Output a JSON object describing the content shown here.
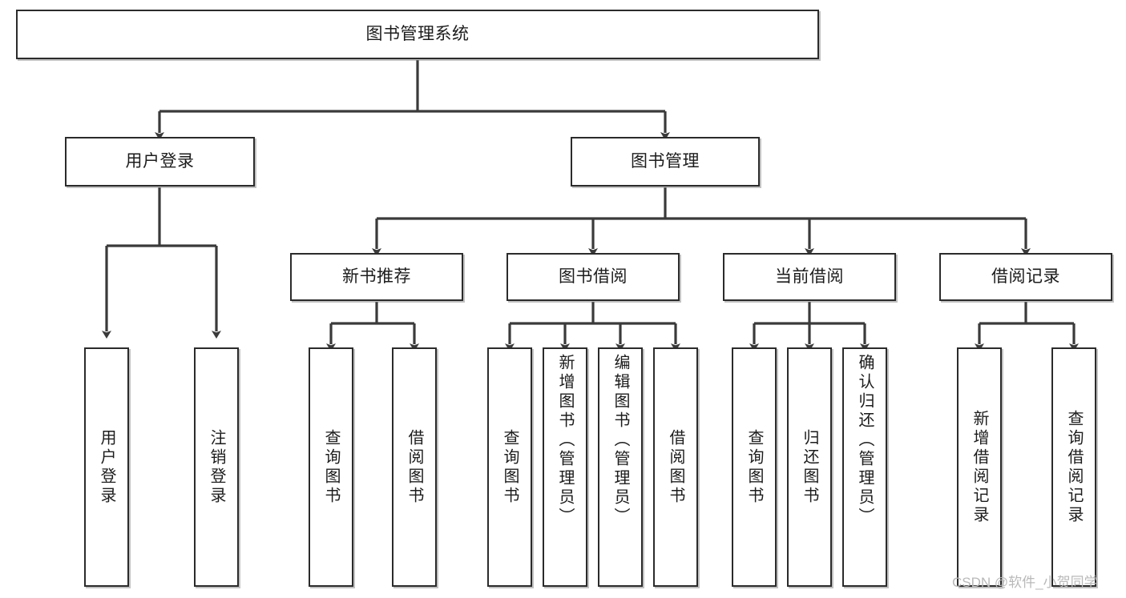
{
  "diagram": {
    "type": "tree",
    "title": "图书管理系统",
    "watermark": "CSDN @软件_小贺同学",
    "colors": {
      "box_border": "#2b2b2b",
      "box_fill": "#ffffff",
      "connector": "#3a3a3a",
      "text": "#1c1c1c",
      "watermark": "#b9b9b9"
    },
    "nodes": {
      "root": {
        "label": "图书管理系统"
      },
      "level2": [
        {
          "label": "用户登录"
        },
        {
          "label": "图书管理"
        }
      ],
      "level3": [
        {
          "label": "新书推荐"
        },
        {
          "label": "图书借阅"
        },
        {
          "label": "当前借阅"
        },
        {
          "label": "借阅记录"
        }
      ],
      "leaves": [
        {
          "label": "用户登录"
        },
        {
          "label": "注销登录"
        },
        {
          "label": "查询图书"
        },
        {
          "label": "借阅图书"
        },
        {
          "label": "查询图书"
        },
        {
          "label": "新增图书（管理员）"
        },
        {
          "label": "编辑图书（管理员）"
        },
        {
          "label": "借阅图书"
        },
        {
          "label": "查询图书"
        },
        {
          "label": "归还图书"
        },
        {
          "label": "确认归还（管理员）"
        },
        {
          "label": "新增借阅记录"
        },
        {
          "label": "查询借阅记录"
        }
      ]
    },
    "edges": [
      {
        "from": "图书管理系统",
        "to": "用户登录"
      },
      {
        "from": "图书管理系统",
        "to": "图书管理"
      },
      {
        "from": "用户登录",
        "to": "用户登录"
      },
      {
        "from": "用户登录",
        "to": "注销登录"
      },
      {
        "from": "图书管理",
        "to": "新书推荐"
      },
      {
        "from": "图书管理",
        "to": "图书借阅"
      },
      {
        "from": "图书管理",
        "to": "当前借阅"
      },
      {
        "from": "图书管理",
        "to": "借阅记录"
      },
      {
        "from": "新书推荐",
        "to": "查询图书"
      },
      {
        "from": "新书推荐",
        "to": "借阅图书"
      },
      {
        "from": "图书借阅",
        "to": "查询图书"
      },
      {
        "from": "图书借阅",
        "to": "新增图书（管理员）"
      },
      {
        "from": "图书借阅",
        "to": "编辑图书（管理员）"
      },
      {
        "from": "图书借阅",
        "to": "借阅图书"
      },
      {
        "from": "当前借阅",
        "to": "查询图书"
      },
      {
        "from": "当前借阅",
        "to": "归还图书"
      },
      {
        "from": "当前借阅",
        "to": "确认归还（管理员）"
      },
      {
        "from": "借阅记录",
        "to": "新增借阅记录"
      },
      {
        "from": "借阅记录",
        "to": "查询借阅记录"
      }
    ]
  }
}
